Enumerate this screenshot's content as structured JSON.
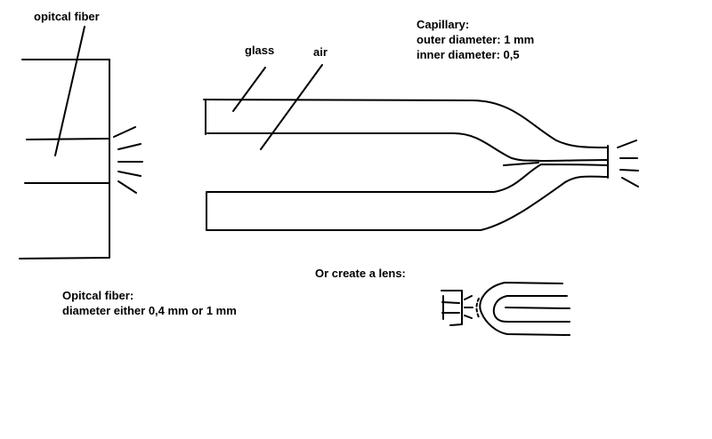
{
  "labels": {
    "fiber_pointer": "opitcal fiber",
    "glass": "glass",
    "air": "air",
    "capillary_title": "Capillary:",
    "capillary_outer": "outer diameter: 1 mm",
    "capillary_inner": "inner diameter: 0,5",
    "lens_option": "Or create a lens:",
    "fiber_title": "Opitcal fiber:",
    "fiber_diameter": "diameter either 0,4 mm or 1 mm"
  },
  "colors": {
    "background": "#ffffff",
    "ink": "#000000"
  }
}
